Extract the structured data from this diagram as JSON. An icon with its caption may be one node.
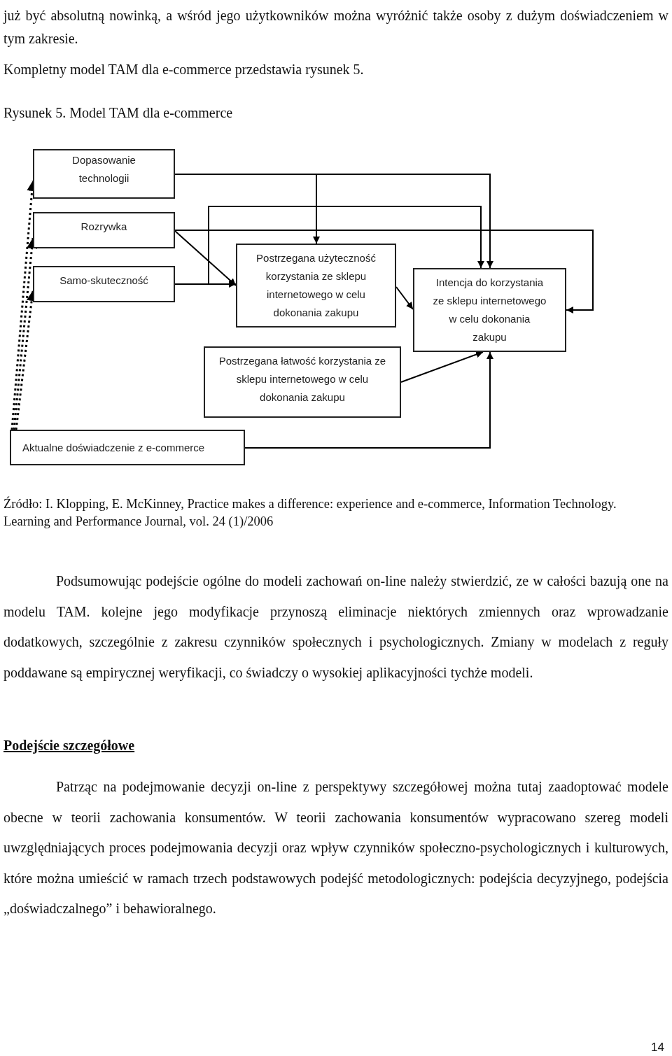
{
  "diagram": {
    "title": "Rysunek 5. Model TAM dla e-commerce",
    "caption": "Źródło: I. Klopping, E. McKinney, Practice makes a difference: experience and e-commerce, Information Technology. Learning and Performance Journal, vol. 24 (1)/2006",
    "nodes": [
      {
        "text": [
          "Dopasowanie technologii"
        ]
      },
      {
        "text": [
          "Rozrywka"
        ]
      },
      {
        "text": [
          "Samo-skuteczność"
        ]
      },
      {
        "text": [
          "Postrzegana użyteczność korzystania ze sklepu internetowego w celu dokonania zakupu"
        ]
      },
      {
        "text": [
          "Postrzegana łatwość korzystania ze sklepu internetowego w celu dokonania zakupu"
        ]
      },
      {
        "text": [
          "Intencja do korzystania ze sklepu internetowego w celu dokonania zakupu"
        ]
      },
      {
        "text": [
          "Aktualne doświadczenie z e-commerce"
        ]
      }
    ],
    "edges": [
      {
        "from": 0,
        "to": 3,
        "arrow": "to"
      },
      {
        "from": 0,
        "to": 5,
        "arrow": "to"
      },
      {
        "from": 1,
        "to": 3,
        "arrow": "to"
      },
      {
        "from": 1,
        "to": 5,
        "arrow": "to"
      },
      {
        "from": 2,
        "to": 3,
        "arrow": "to"
      },
      {
        "from": 2,
        "to": 5,
        "arrow": "to"
      },
      {
        "from": 3,
        "to": 5,
        "arrow": "to"
      },
      {
        "from": 4,
        "to": 5,
        "arrow": "to"
      },
      {
        "from": 6,
        "to": 5,
        "arrow": "to"
      },
      {
        "from": 6,
        "to": 0,
        "arrow": "to",
        "style": "dashed"
      },
      {
        "from": 6,
        "to": 1,
        "arrow": "to",
        "style": "dashed"
      },
      {
        "from": 6,
        "to": 2,
        "arrow": "to",
        "style": "dashed"
      }
    ],
    "labels": [
      "już być absolutną nowinką, a wśród jego użytkowników można wyróżnić także osoby z dużym doświadczeniem w tym zakresie.",
      "Kompletny model TAM dla e-commerce przedstawia rysunek 5.",
      "Podsumowując podejście ogólne do modeli zachowań on-line należy stwierdzić, ze w całości bazują one na modelu TAM. kolejne jego modyfikacje przynoszą eliminacje niektórych zmiennych oraz wprowadzanie dodatkowych, szczególnie z zakresu czynników społecznych i psychologicznych. Zmiany w modelach z reguły poddawane są empirycznej weryfikacji, co świadczy o wysokiej aplikacyjności tychże modeli.",
      "Podejście szczegółowe",
      "Patrząc na podejmowanie decyzji on-line z perspektywy szczegółowej można tutaj zaadoptować modele obecne w teorii zachowania konsumentów. W teorii zachowania konsumentów wypracowano szereg modeli uwzględniających proces podejmowania decyzji oraz wpływ czynników społeczno-psychologicznych i kulturowych, które można umieścić w ramach trzech podstawowych podejść metodologicznych: podejścia decyzyjnego, podejścia „doświadczalnego” i behawioralnego.",
      "14"
    ]
  }
}
